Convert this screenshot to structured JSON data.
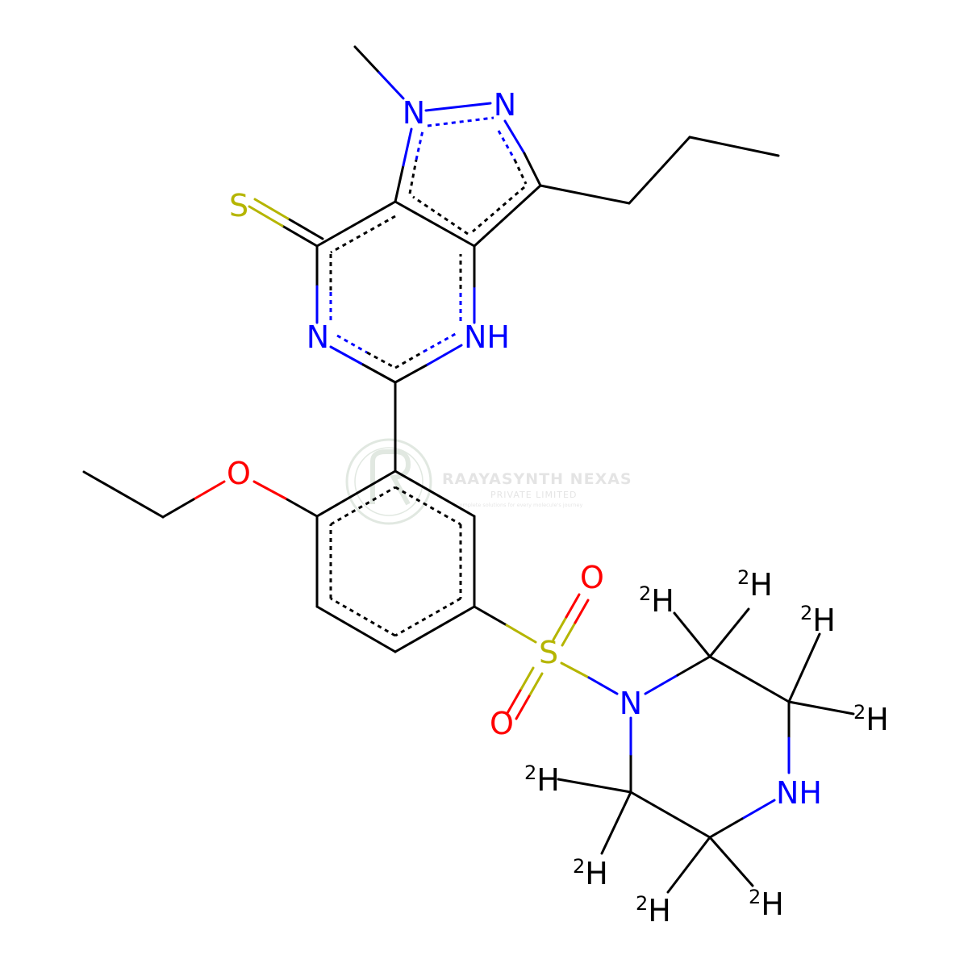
{
  "watermark": {
    "name": "RAAYASYNTH NEXAS",
    "subtitle": "PRIVATE LIMITED",
    "tagline": "Complete solutions for every molecule's journey"
  },
  "atom_colors": {
    "C": "#000000",
    "N": "#0000ff",
    "O": "#ff0000",
    "S": "#b5b500"
  },
  "atoms": [
    {
      "id": "N1",
      "text": "N"
    },
    {
      "id": "N2",
      "text": "N"
    },
    {
      "id": "N3",
      "text": "N"
    },
    {
      "id": "NH4",
      "text": "NH"
    },
    {
      "id": "S_thione",
      "text": "S"
    },
    {
      "id": "O_ethoxy",
      "text": "O"
    },
    {
      "id": "S_sulfonyl",
      "text": "S"
    },
    {
      "id": "O_sulfonyl_1",
      "text": "O"
    },
    {
      "id": "O_sulfonyl_2",
      "text": "O"
    },
    {
      "id": "N_piperazine_1",
      "text": "N"
    },
    {
      "id": "NH_piperazine_4",
      "text": "NH"
    }
  ],
  "deuterium": {
    "isotope": "2",
    "symbol": "H",
    "count": 8
  }
}
